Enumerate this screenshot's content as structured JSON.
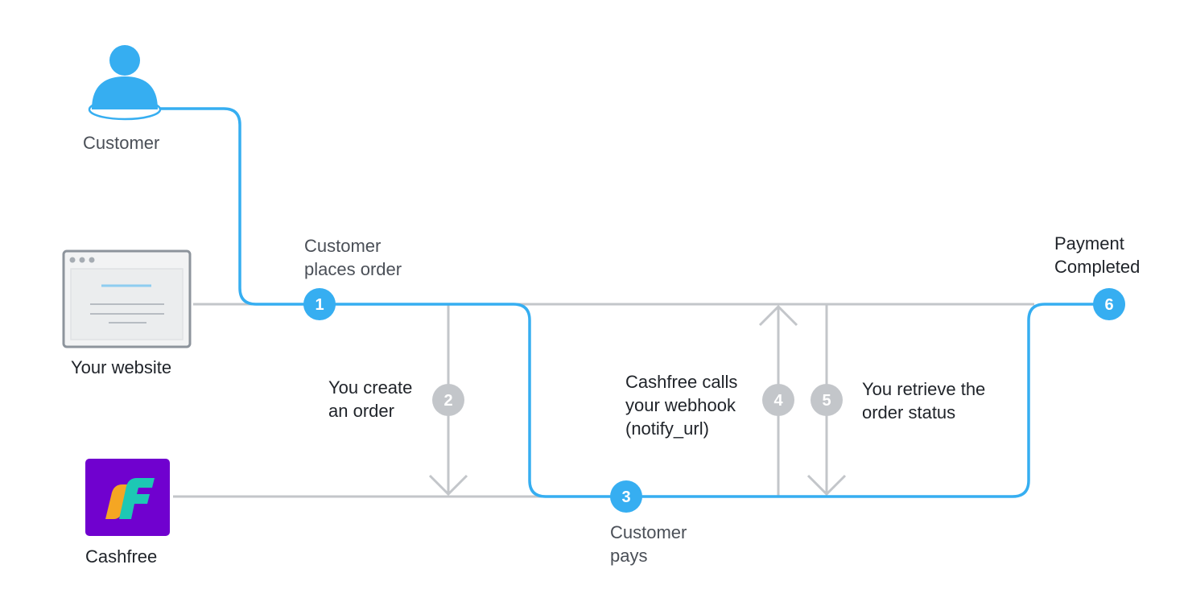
{
  "actors": {
    "customer": {
      "label": "Customer",
      "icon": "person-icon"
    },
    "website": {
      "label": "Your website",
      "icon": "browser-window-icon"
    },
    "cashfree": {
      "label": "Cashfree",
      "icon": "cashfree-logo-icon"
    }
  },
  "steps": [
    {
      "number": "1",
      "label": "Customer\nplaces order"
    },
    {
      "number": "2",
      "label": "You create\nan order"
    },
    {
      "number": "3",
      "label": "Customer\npays"
    },
    {
      "number": "4",
      "label": "Cashfree calls\nyour webhook\n(notify_url)"
    },
    {
      "number": "5",
      "label": "You retrieve the\norder status"
    },
    {
      "number": "6",
      "label": "Payment\nCompleted"
    }
  ],
  "colors": {
    "flow_blue": "#36aef1",
    "lane_gray": "#c3c6ca",
    "muted_badge": "#c3c6ca",
    "cashfree_purple": "#7001cf"
  }
}
